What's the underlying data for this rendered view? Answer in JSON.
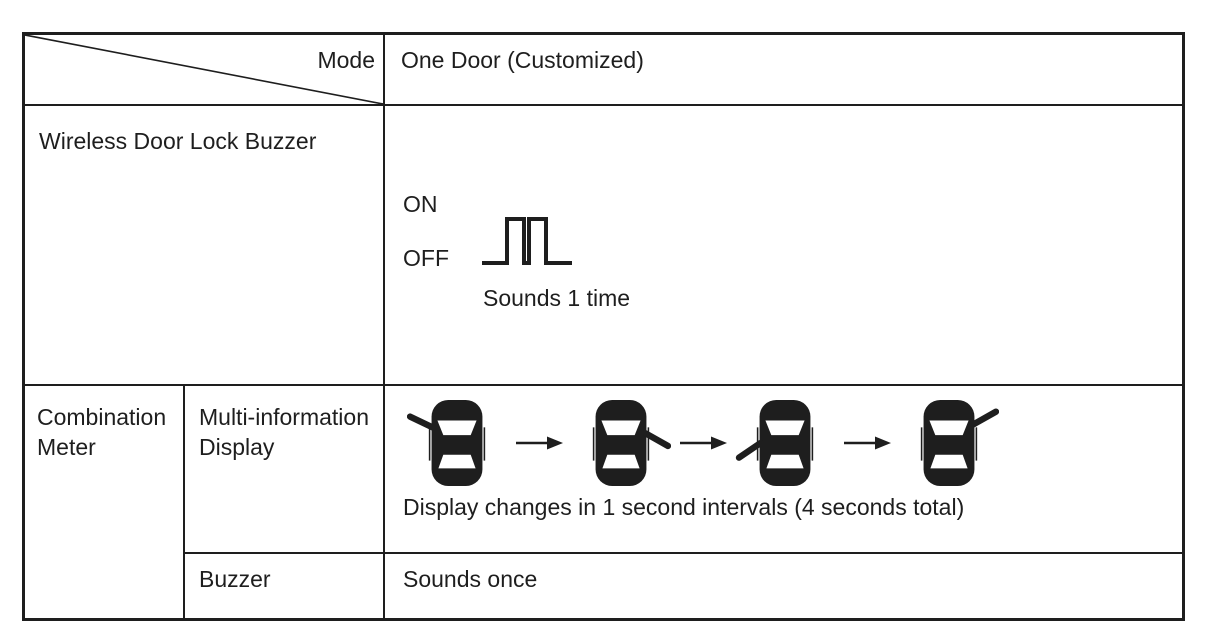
{
  "colors": {
    "ink": "#1e1e1e",
    "background": "#ffffff"
  },
  "table": {
    "header": {
      "corner_label": "Mode",
      "mode_value": "One Door (Customized)"
    },
    "wireless_door_lock_buzzer": {
      "row_label": "Wireless Door Lock Buzzer",
      "waveform": {
        "on_label": "ON",
        "off_label": "OFF",
        "pulse_count": 2,
        "caption": "Sounds 1 time"
      }
    },
    "combination_meter": {
      "row_label": "Combination Meter",
      "multi_information_display": {
        "sub_row_label": "Multi-information Display",
        "car_sequence": [
          "front-left-door-open",
          "front-right-door-open",
          "rear-left-door-open",
          "rear-right-door-open"
        ],
        "caption": "Display changes in 1 second intervals (4 seconds total)"
      },
      "buzzer": {
        "sub_row_label": "Buzzer",
        "value": "Sounds once"
      }
    }
  }
}
